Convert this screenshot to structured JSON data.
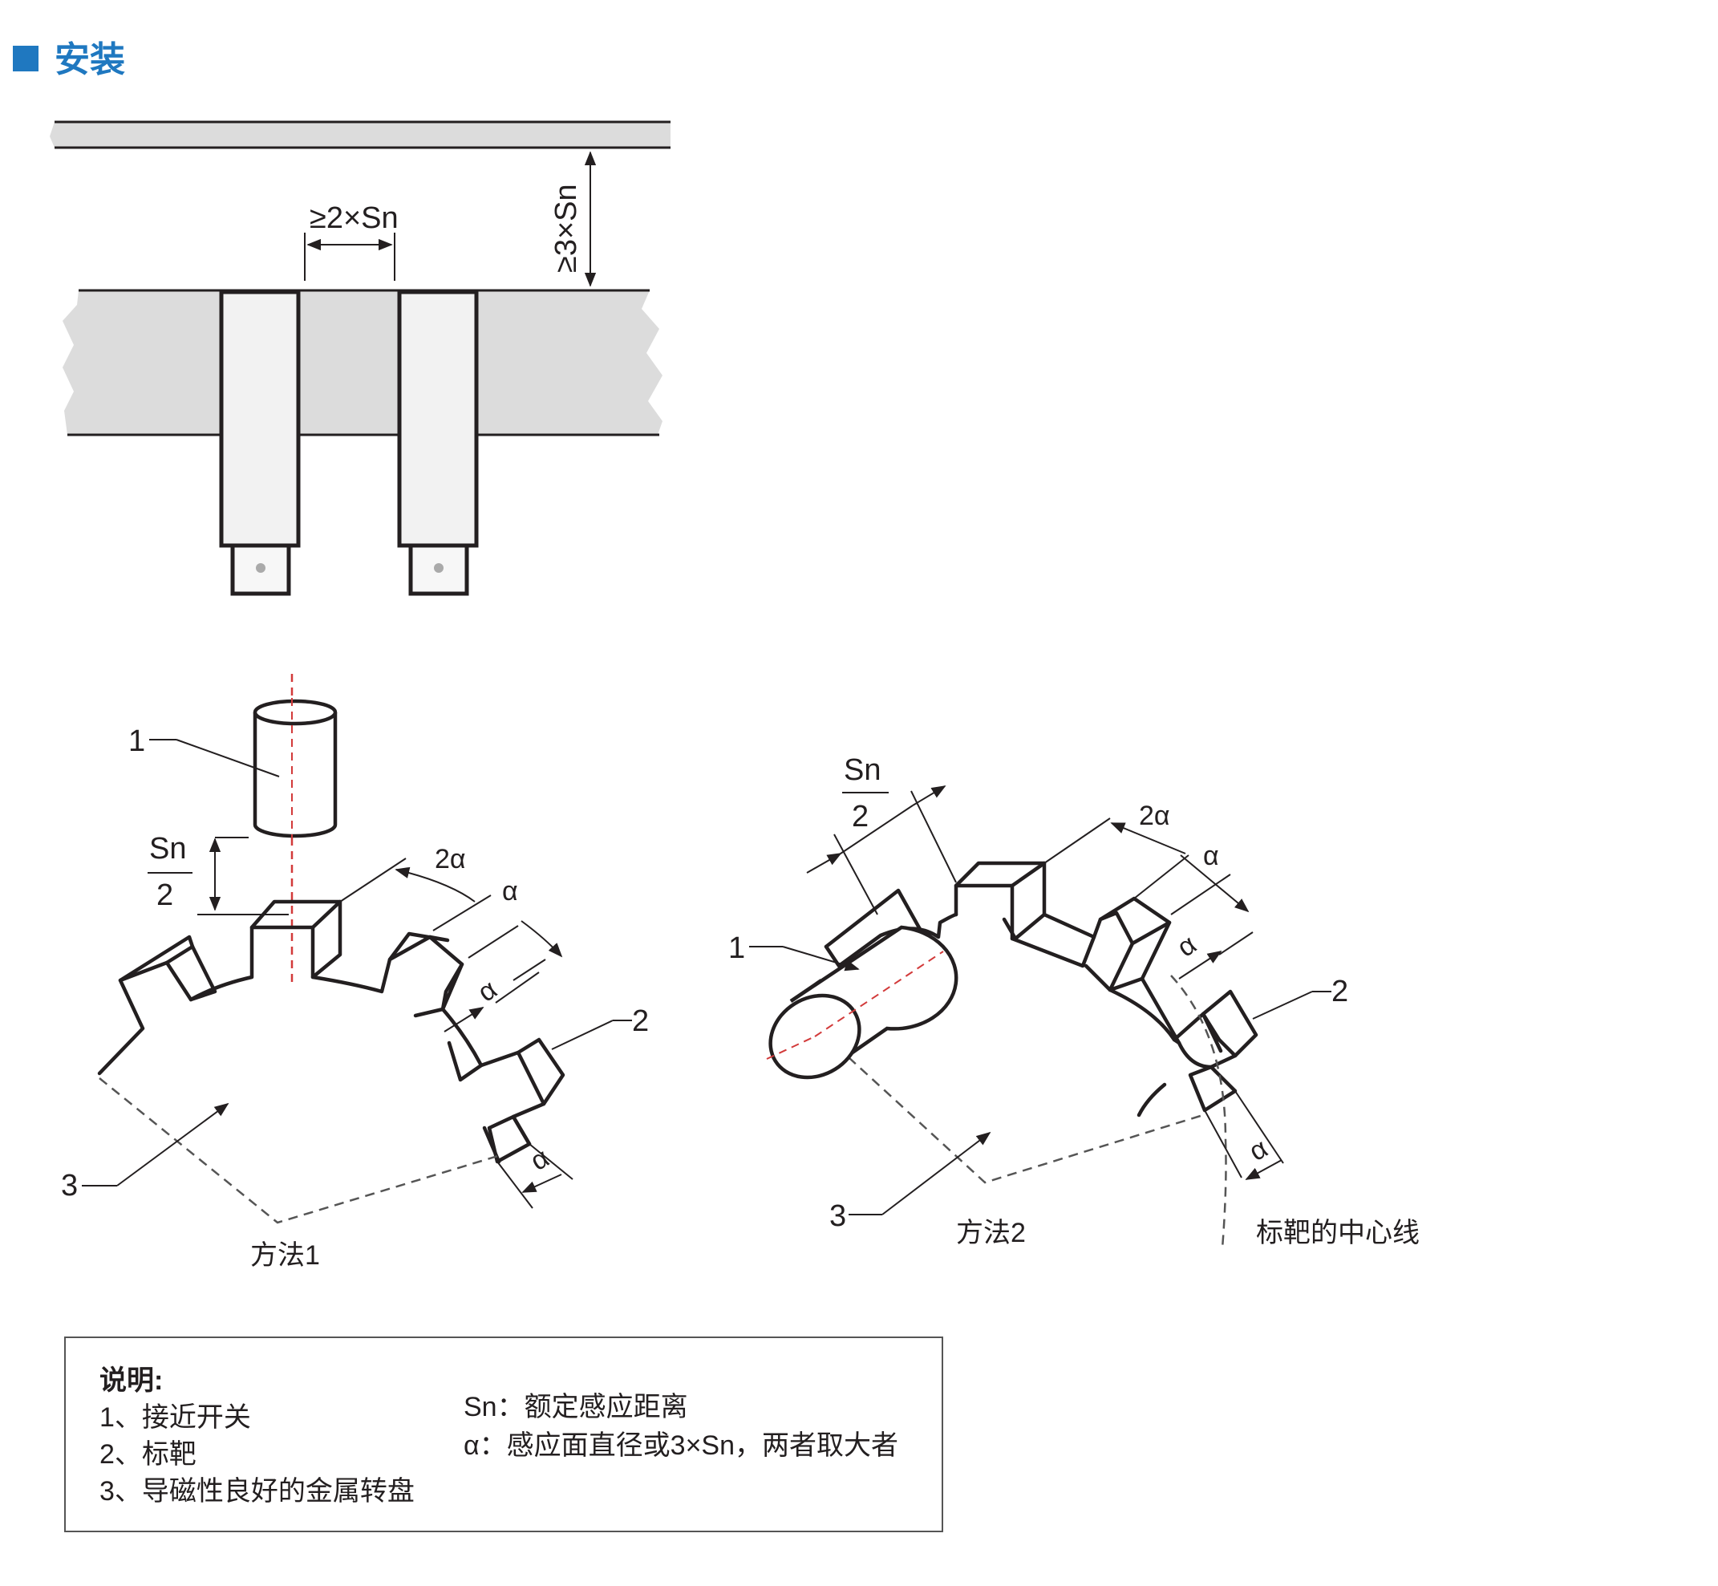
{
  "section": {
    "title": "安装",
    "accent": "#1f78c0"
  },
  "top_diagram": {
    "spacing_label": "≥2×Sn",
    "clearance_label": "≥3×Sn",
    "plate_color": "#dcdcdc",
    "sensor_color": "#f2f2f2"
  },
  "method1": {
    "caption": "方法1",
    "callouts": [
      "1",
      "2",
      "3"
    ],
    "sn_num": "Sn",
    "sn_den": "2",
    "dim_2a": "2α",
    "dim_a": "α"
  },
  "method2": {
    "caption": "方法2",
    "callouts": [
      "1",
      "2",
      "3"
    ],
    "sn_num": "Sn",
    "sn_den": "2",
    "dim_2a": "2α",
    "dim_a": "α",
    "centerline_label": "标靶的中心线"
  },
  "legend": {
    "header": "说明:",
    "items": [
      "1、接近开关",
      "2、标靶",
      "3、导磁性良好的金属转盘"
    ],
    "defs": [
      "Sn：额定感应距离",
      "α：感应面直径或3×Sn，两者取大者"
    ]
  }
}
